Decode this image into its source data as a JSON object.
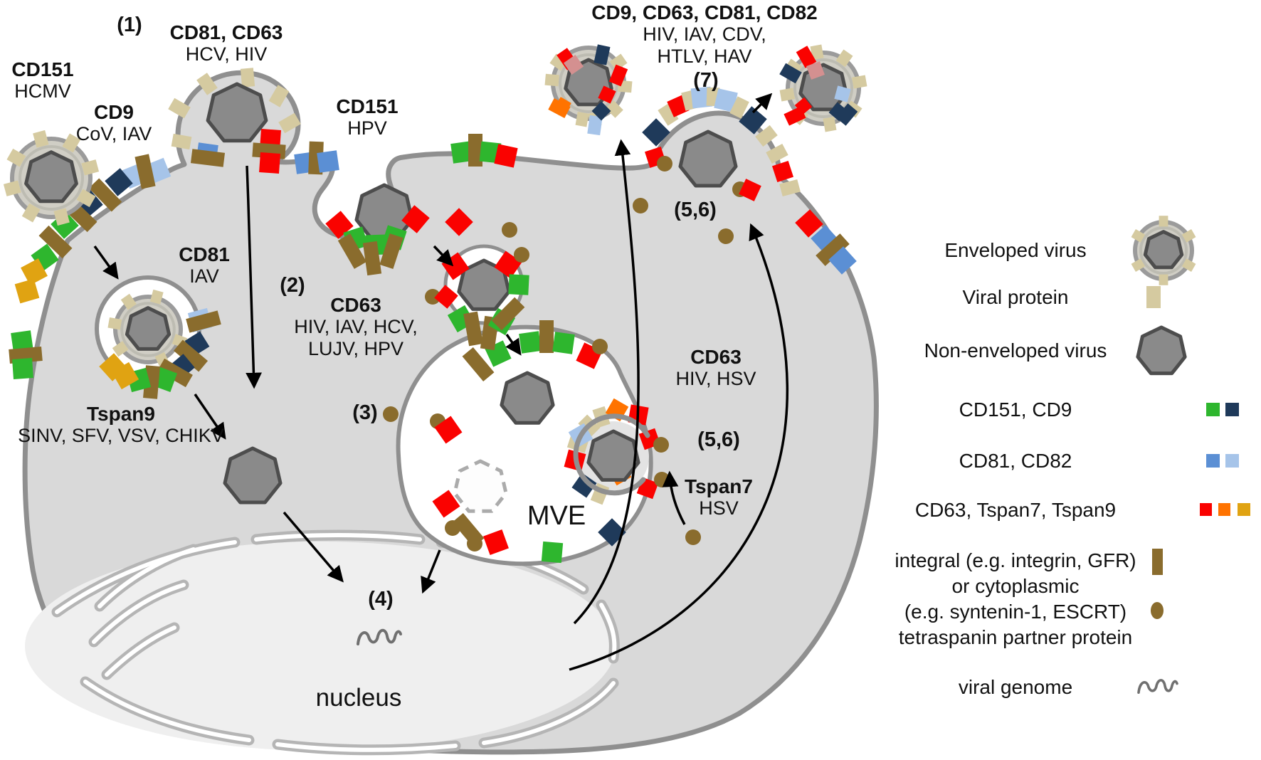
{
  "colors": {
    "green": "#2EB62E",
    "navy": "#1F3A5A",
    "blue": "#5B8FD4",
    "lightblue": "#A6C4E9",
    "red": "#FA0200",
    "orange": "#FF7300",
    "gold": "#E0A312",
    "brown": "#8A6C2D",
    "tan": "#D5CAA0",
    "pink": "#D49090",
    "cell": "#D9D9D9",
    "membrane": "#8F8F8F",
    "nucleus_fill": "#EFEFEF",
    "capsid": "#8A8A8A",
    "capsid_edge": "#4D4D4D",
    "envelope_ring": "#9B9B9B",
    "envelope_fill": "#D0CEC5",
    "arrow": "#000000",
    "text": "#111111",
    "nuclear_envelope": "#B5B5B5"
  },
  "figure": {
    "labels": {
      "step1": "(1)",
      "entry_cd81_cd63": {
        "title": "CD81, CD63",
        "sub": "HCV, HIV"
      },
      "entry_cd151_hcmv": {
        "title": "CD151",
        "sub": "HCMV"
      },
      "entry_cd9": {
        "title": "CD9",
        "sub": "CoV, IAV"
      },
      "entry_cd151_hpv": {
        "title": "CD151",
        "sub": "HPV"
      },
      "endosome_cd81": {
        "title": "CD81",
        "sub": "IAV"
      },
      "step2": "(2)",
      "endosome_cd63": {
        "title": "CD63",
        "sub1": "HIV, IAV, HCV,",
        "sub2": "LUJV, HPV"
      },
      "tspan9": {
        "title": "Tspan9",
        "sub": "SINV, SFV, VSV, CHIKV"
      },
      "step3": "(3)",
      "step4": "(4)",
      "nucleus": "nucleus",
      "mve": "MVE",
      "exit_cd63": {
        "title": "CD63",
        "sub": "HIV, HSV"
      },
      "step56_mve": "(5,6)",
      "tspan7": {
        "title": "Tspan7",
        "sub": "HSV"
      },
      "step56_pm": "(5,6)",
      "exit_title": {
        "title": "CD9, CD63, CD81, CD82",
        "sub1": "HIV, IAV, CDV,",
        "sub2": "HTLV, HAV"
      },
      "step7": "(7)"
    }
  },
  "legend": {
    "enveloped": {
      "label": "Enveloped virus"
    },
    "viral_protein": {
      "label": "Viral protein"
    },
    "non_enveloped": {
      "label": "Non-enveloped virus"
    },
    "cd151_cd9": {
      "label": "CD151, CD9"
    },
    "cd81_cd82": {
      "label": "CD81, CD82"
    },
    "cd63_tspan7_tspan9": {
      "label": "CD63, Tspan7, Tspan9"
    },
    "partner": {
      "line1": "integral (e.g. integrin, GFR)",
      "line2": "or cytoplasmic",
      "line3": "(e.g. syntenin-1, ESCRT)",
      "line4": "tetraspanin partner protein"
    },
    "genome": {
      "label": "viral genome"
    }
  }
}
